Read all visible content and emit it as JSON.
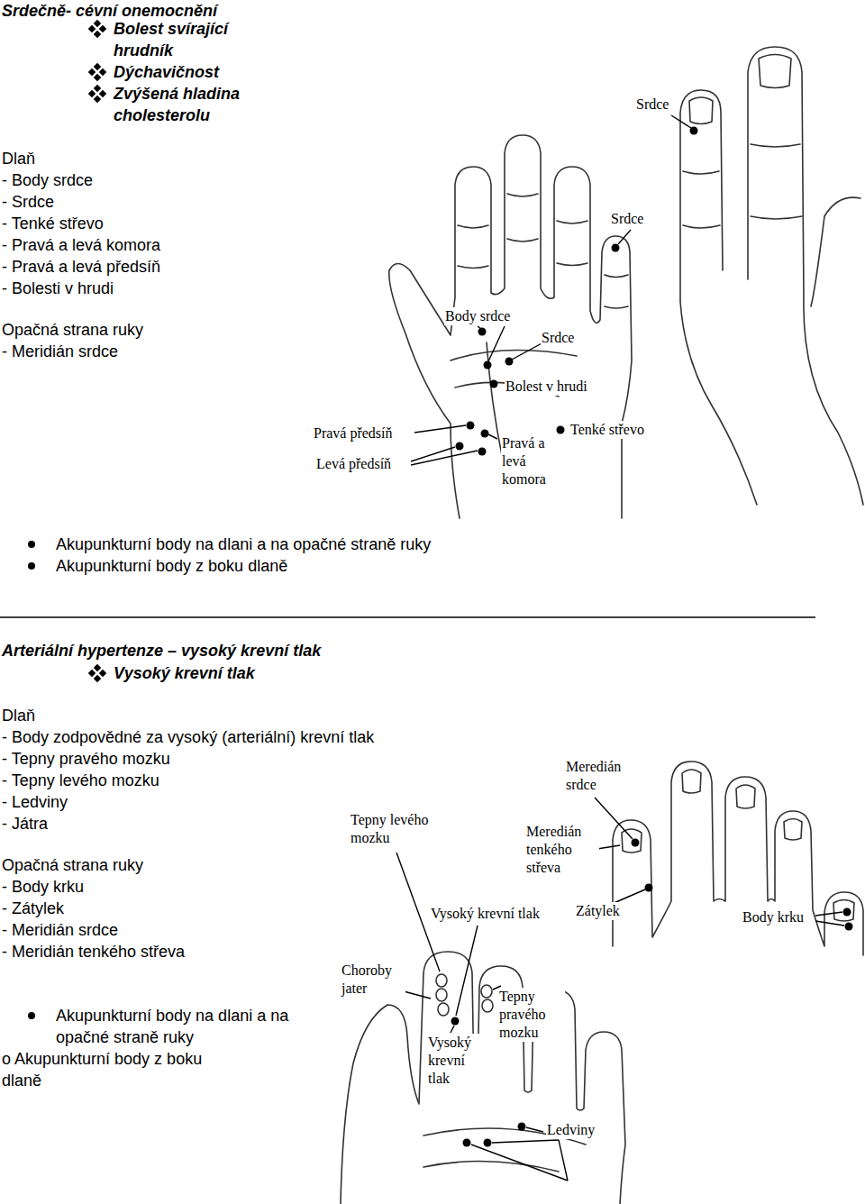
{
  "diagram": {
    "title": "Srdečně- cévní onemocnění",
    "labels": [
      "Bolest svírající hrudník",
      "Dýchavičnost",
      "Zvýšená hladina cholesterolu",
      "Dlaň",
      "- Body srdce",
      "- Srdce",
      "- Tenké střevo",
      "- Pravá a levá komora",
      "- Pravá a levá předsíň",
      "- Bolesti v hrudi",
      "Opačná strana ruky",
      "- Meridián srdce",
      "Srdce",
      "Srdce",
      "Body srdce",
      "Srdce",
      "Bolest v hrudi",
      "Pravá předsíň",
      "Levá předsíň",
      "Pravá a levá komora",
      "Tenké střevo",
      "Akupunkturní body na dlani a na opačné straně ruky",
      "Akupunkturní body z boku dlaně",
      "Arteriální hypertenze – vysoký krevní tlak",
      "Vysoký krevní tlak",
      "Dlaň",
      "- Body zodpovědné za vysoký (arteriální) krevní tlak",
      "- Tepny pravého mozku",
      "- Tepny levého mozku",
      "- Ledviny",
      "- Játra",
      "Opačná strana ruky",
      "- Body krku",
      "- Zátylek",
      "- Meridián srdce",
      "- Meridián tenkého střeva",
      "Akupunkturní body na dlani a na opačné straně ruky",
      "o Akupunkturní body z boku dlaně",
      "Meredián srdce",
      "Tepny levého mozku",
      "Meredián tenkého střeva",
      "Zátylek",
      "Body krku",
      "Vysoký krevní tlak",
      "Choroby jater",
      "Tepny pravého mozku",
      "Vysoký krevní tlak",
      "Ledviny"
    ]
  }
}
